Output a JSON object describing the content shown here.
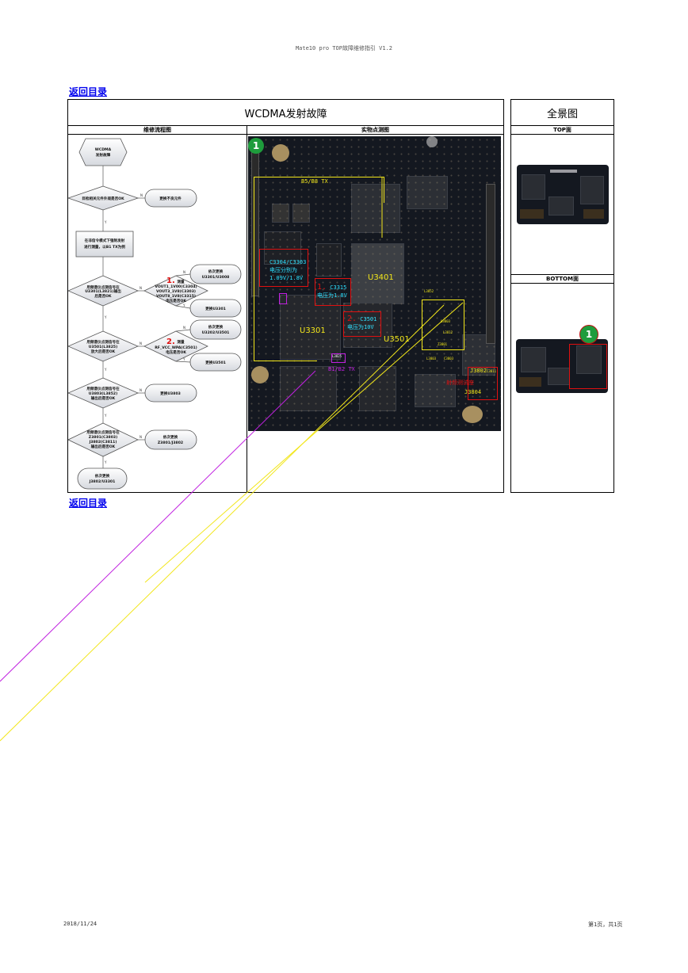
{
  "header": "Mate10 pro TOP故障维修指引 V1.2",
  "back_link": "返回目录",
  "table": {
    "title": "WCDMA发射故障",
    "col_flow": "维修流程图",
    "col_photo": "实物点测图"
  },
  "panorama": {
    "title": "全景图",
    "top_label": "TOP面",
    "bottom_label": "BOTTOM面",
    "marker": "1"
  },
  "flow": {
    "start": [
      "WCDMA",
      "发射故障"
    ],
    "q1": "目检相关元件外观是否OK",
    "a1": "更换不良元件",
    "step1": [
      "在非信令模式下强制发射",
      "进行测量，以B1 TX为例"
    ],
    "q2": [
      "用频谱仪点测信号在",
      "U3301(L3821)输出",
      "后是否OK"
    ],
    "q2b_num": "1.",
    "q2b": [
      "测量",
      "VOUT1_1V00(C3304)",
      "VOUT3_1V8(C3303)",
      "VOUT8_1V8(C3315)",
      "电压是否OK"
    ],
    "a2a": [
      "依次更换",
      "U3301/U3008"
    ],
    "a2b": "更换U3301",
    "q3": [
      "用频谱仪点测信号在",
      "U3501(L3825)",
      "放大后是否OK"
    ],
    "q3b_num": "2.",
    "q3b": [
      "测量",
      "RF_VCC_WPA(C3501)",
      "电压是否OK"
    ],
    "a3a": [
      "依次更换",
      "U3202/U3501"
    ],
    "a3b": "更换U3501",
    "q4": [
      "用频谱仪点测信号在",
      "U3803(L3852)",
      "输出后是否OK"
    ],
    "a4": "更换U3803",
    "q5": [
      "用频谱仪点测信号在",
      "Z3801(C3803)",
      "J3802(C3811)",
      "输出后是否OK"
    ],
    "a5": [
      "依次更换",
      "Z3801/J3802"
    ],
    "end": [
      "依次更换",
      "J3802/U3301"
    ],
    "yes": "Y",
    "no": "N"
  },
  "photo": {
    "marker": "1",
    "u3401": "U3401",
    "u3301": "U3301",
    "u3501": "U3501",
    "b5b8": "B5/B8 TX",
    "b1b2": "B1/B2 TX",
    "c3304": [
      "C3304/C3303",
      "电压分别为",
      "1.09V/1.8V"
    ],
    "c3315_num": "1.",
    "c3315": [
      "C3315",
      "电压为1.8V"
    ],
    "c3501_num": "2.",
    "c3501": [
      "C3501",
      "电压为10V"
    ],
    "j3802": "J3802",
    "j3804": "J3804",
    "rfnote": "射频测试座",
    "l3803": "L3803",
    "l3812": "L3812",
    "l3821": "L3821",
    "l3825": "L3825",
    "u3803": "U3803",
    "z3801": "Z3801",
    "c3803": "C3803",
    "c3811": "C3811",
    "l3852": "L3852"
  },
  "footer": {
    "date": "2018/11/24",
    "page": "第1页，共1页"
  }
}
